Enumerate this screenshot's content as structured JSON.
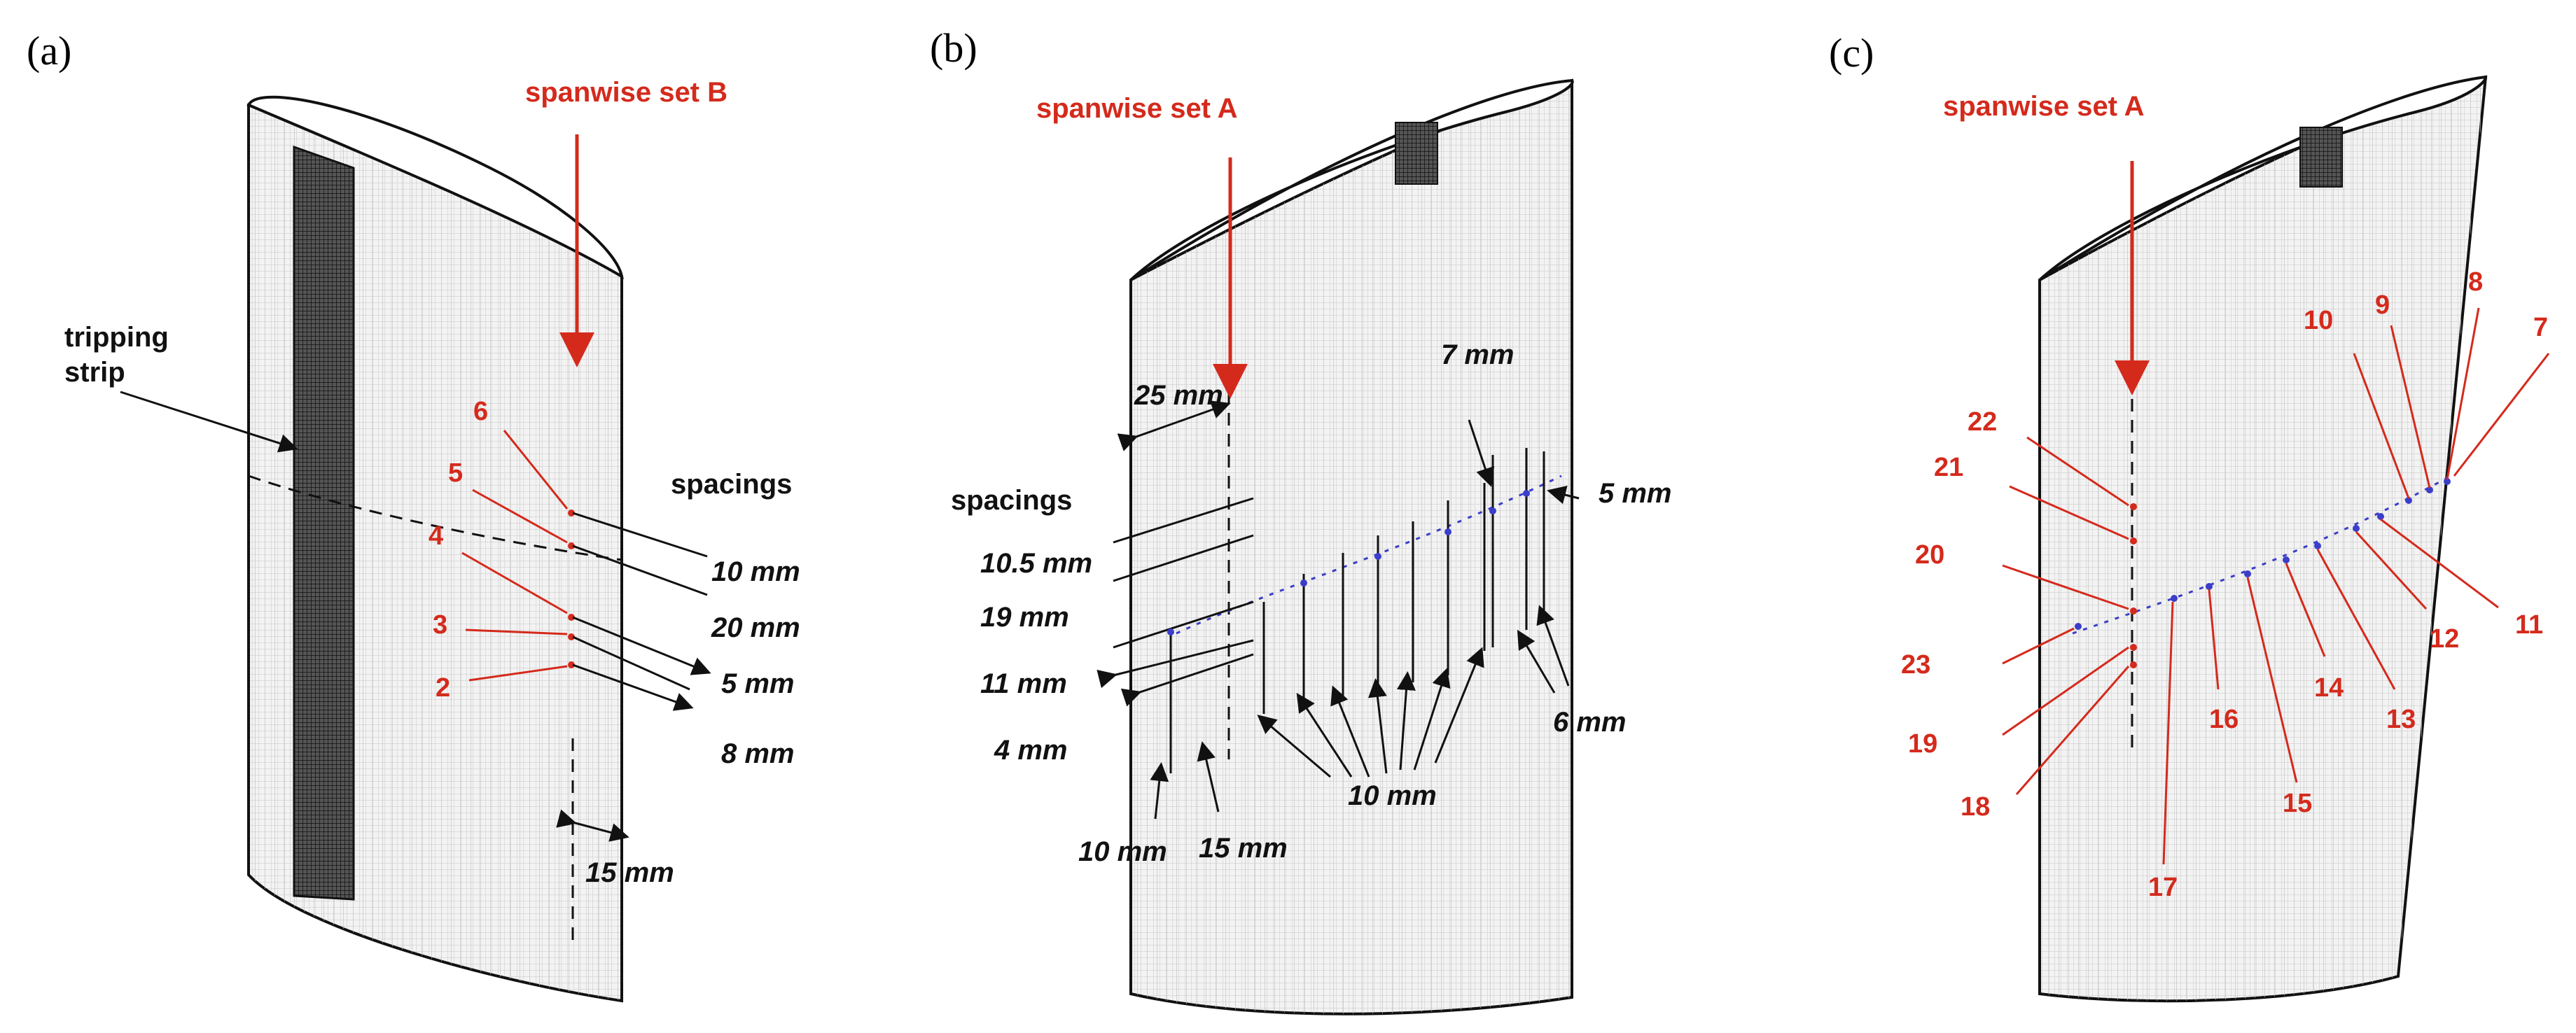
{
  "panels": {
    "a": {
      "letter": "(a)",
      "set_label": "spanwise set B",
      "tripping_label_line1": "tripping",
      "tripping_label_line2": "strip",
      "spacings_label": "spacings",
      "numbers": [
        "6",
        "5",
        "4",
        "3",
        "2"
      ],
      "dims": [
        "10 mm",
        "20 mm",
        "5 mm",
        "8 mm",
        "15 mm"
      ]
    },
    "b": {
      "letter": "(b)",
      "set_label": "spanwise set A",
      "spacings_label": "spacings",
      "dims": [
        "25 mm",
        "10.5 mm",
        "19 mm",
        "11 mm",
        "4 mm",
        "10 mm",
        "15 mm",
        "10 mm",
        "7 mm",
        "5 mm",
        "6 mm"
      ]
    },
    "c": {
      "letter": "(c)",
      "set_label": "spanwise set A",
      "numbers": [
        "22",
        "21",
        "20",
        "23",
        "19",
        "18",
        "17",
        "16",
        "15",
        "14",
        "13",
        "12",
        "11",
        "10",
        "9",
        "8",
        "7"
      ]
    }
  },
  "colors": {
    "label_red": "#d42a1c",
    "tap_blue": "#3b3ec9",
    "outline": "#111111",
    "mesh_grey": "#d9d9d9"
  }
}
